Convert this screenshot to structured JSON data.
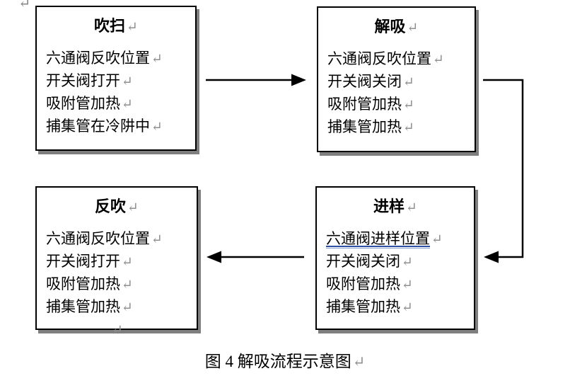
{
  "marks": {
    "return": "↵"
  },
  "caption": {
    "text": "图 4 解吸流程示意图"
  },
  "colors": {
    "text": "#000000",
    "box_border": "#000000",
    "box_shadow": "#7f7f7f",
    "return_mark": "#8f8f8f",
    "underline_dark": "#2f4fa0",
    "underline_light": "#8ba3d9",
    "arrow": "#000000"
  },
  "boxes": [
    {
      "id": "purge",
      "title": "吹扫",
      "lines": [
        "六通阀反吹位置",
        "开关阀打开",
        "吸附管加热",
        "捕集管在冷阱中"
      ]
    },
    {
      "id": "desorption",
      "title": "解吸",
      "lines": [
        "六通阀反吹位置",
        "开关阀关闭",
        "吸附管加热",
        "捕集管加热"
      ]
    },
    {
      "id": "backflush",
      "title": "反吹",
      "lines": [
        "六通阀反吹位置",
        "开关阀打开",
        "吸附管加热",
        "捕集管加热"
      ]
    },
    {
      "id": "injection",
      "title": "进样",
      "lines": [
        "六通阀进样位置",
        "开关阀关闭",
        "吸附管加热",
        "捕集管加热"
      ]
    }
  ],
  "arrows": [
    {
      "name": "purge-to-desorption",
      "shape": "straight",
      "direction": "right"
    },
    {
      "name": "desorption-to-injection",
      "shape": "elbow",
      "direction": "down-then-left"
    },
    {
      "name": "injection-to-backflush",
      "shape": "straight",
      "direction": "left"
    }
  ]
}
